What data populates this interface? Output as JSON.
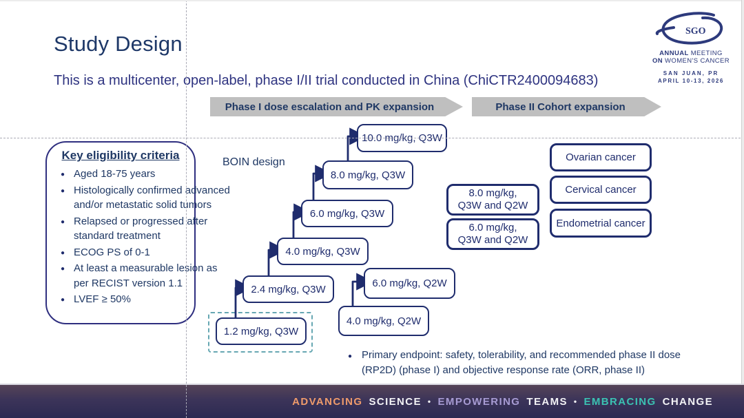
{
  "slide": {
    "title": "Study Design",
    "subtitle": "This is a multicenter, open-label, phase I/II trial conducted in China (ChiCTR2400094683)"
  },
  "logo": {
    "acronym": "SGO",
    "meeting_word1": "ANNUAL",
    "meeting_rest1": " MEETING",
    "meeting_word2": "ON",
    "meeting_rest2": " WOMEN'S CANCER",
    "city": "SAN JUAN, PR",
    "date": "APRIL 10-13, 2026"
  },
  "phase_banners": {
    "phase1": "Phase I dose escalation and PK expansion",
    "phase2": "Phase II Cohort expansion"
  },
  "eligibility": {
    "title": "Key eligibility criteria",
    "items": [
      "Aged 18-75 years",
      "Histologically confirmed advanced and/or metastatic solid tumors",
      "Relapsed or progressed after standard treatment",
      "ECOG PS of 0-1",
      "At least a measurable lesion as per RECIST version 1.1",
      "LVEF ≥ 50%"
    ]
  },
  "boin_label": "BOIN design",
  "dose_escalation_q3w": [
    "1.2 mg/kg, Q3W",
    "2.4 mg/kg, Q3W",
    "4.0 mg/kg, Q3W",
    "6.0 mg/kg, Q3W",
    "8.0 mg/kg, Q3W",
    "10.0 mg/kg, Q3W"
  ],
  "dose_expansion_q2w": [
    "4.0 mg/kg, Q2W",
    "6.0 mg/kg, Q2W"
  ],
  "phase2_doses": [
    {
      "line1": "8.0 mg/kg,",
      "line2": "Q3W and Q2W"
    },
    {
      "line1": "6.0 mg/kg,",
      "line2": "Q3W and Q2W"
    }
  ],
  "cohorts": [
    "Ovarian cancer",
    "Cervical cancer",
    "Endometrial cancer"
  ],
  "endpoint": "Primary endpoint: safety, tolerability, and recommended phase II dose (RP2D) (phase I) and objective response rate (ORR, phase II)",
  "footer": {
    "segments": [
      {
        "text": "ADVANCING",
        "color": "#EF9B6B"
      },
      {
        "text": "SCIENCE",
        "color": "#F2F2F5"
      },
      {
        "text": "•",
        "color": "#F2F2F5"
      },
      {
        "text": "EMPOWERING",
        "color": "#A79BD3"
      },
      {
        "text": "TEAMS",
        "color": "#F2F2F5"
      },
      {
        "text": "•",
        "color": "#F2F2F5"
      },
      {
        "text": "EMBRACING",
        "color": "#3BC2B2"
      },
      {
        "text": "CHANGE",
        "color": "#F2F2F5"
      }
    ]
  },
  "colors": {
    "navy": "#1F2C6D",
    "title_blue": "#1E3868",
    "banner_gray": "#BFBFBF",
    "start_dash_teal": "#66A7B2"
  }
}
